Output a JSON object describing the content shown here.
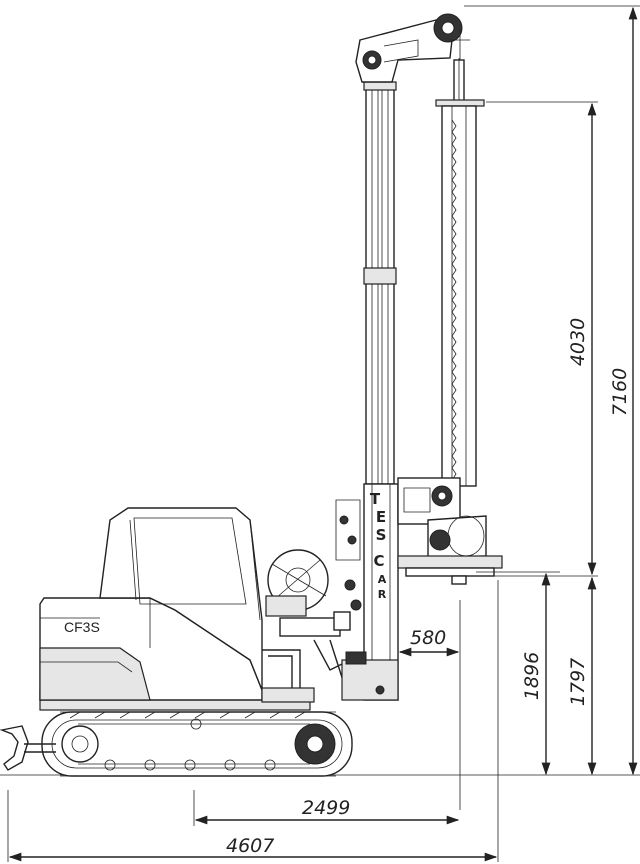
{
  "machine": {
    "model": "CF3S",
    "brand_letters": [
      "T",
      "E",
      "S",
      "C",
      "A",
      "R"
    ]
  },
  "dimensions": {
    "overall_height": "7160",
    "mast_stroke": "4030",
    "reach_height": "1896",
    "base_height": "1797",
    "front_offset": "580",
    "rear_to_center": "2499",
    "overall_length": "4607"
  }
}
